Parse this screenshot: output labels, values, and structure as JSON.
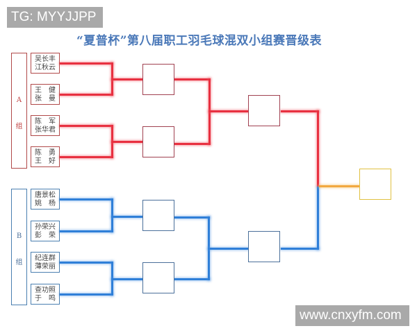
{
  "watermarks": {
    "top_left": "TG: MYYJJPP",
    "bottom_right": "www.cnxyfm.com"
  },
  "title": "“夏普杯”第八届职工羽毛球混双小组赛晋级表",
  "colors": {
    "group_a": "#e83040",
    "group_b": "#2f7fd8",
    "final": "#f2a840",
    "title": "#4a78b8"
  },
  "groups": {
    "a": {
      "label_letter": "A",
      "label_char": "组",
      "teams": [
        {
          "line1": "吴长丰",
          "line2": "江秋云"
        },
        {
          "line1": "王　健",
          "line2": "张　曼"
        },
        {
          "line1": "陈　军",
          "line2": "张华君"
        },
        {
          "line1": "陈　勇",
          "line2": "王　好"
        }
      ]
    },
    "b": {
      "label_letter": "B",
      "label_char": "组",
      "teams": [
        {
          "line1": "唐景松",
          "line2": "姚　杨"
        },
        {
          "line1": "孙荣兴",
          "line2": "彭　荣"
        },
        {
          "line1": "纪连群",
          "line2": "薄荣丽"
        },
        {
          "line1": "查功照",
          "line2": "于　鸣"
        }
      ]
    }
  },
  "slots": {
    "round2": [
      "",
      "",
      "",
      ""
    ],
    "round3": [
      "",
      ""
    ],
    "final": ""
  }
}
